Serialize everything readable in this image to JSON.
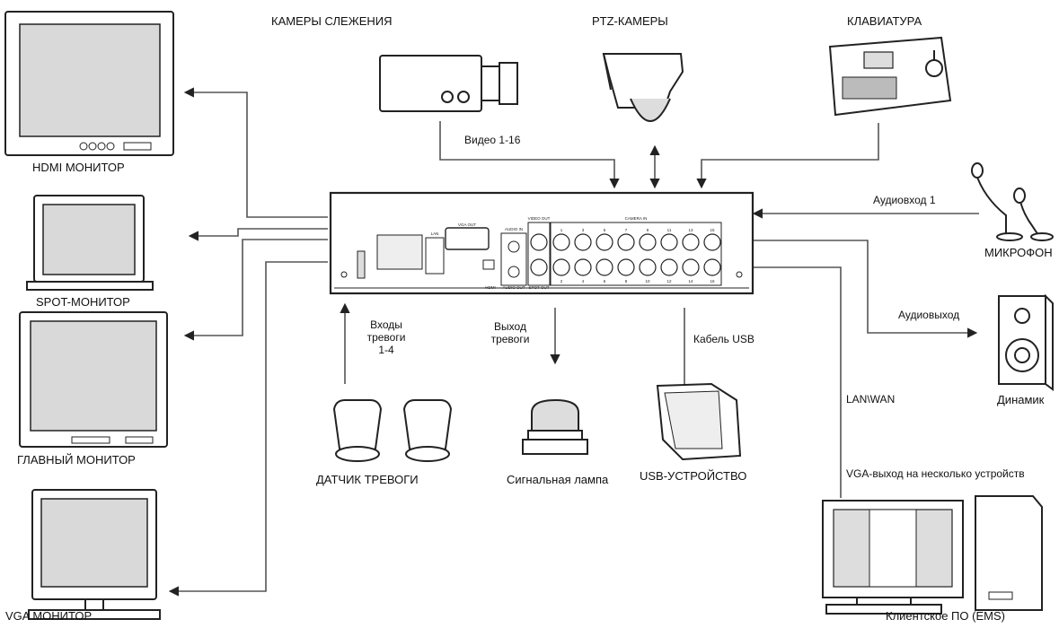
{
  "labels": {
    "cameras": "КАМЕРЫ СЛЕЖЕНИЯ",
    "ptz": "PTZ-КАМЕРЫ",
    "keyboard": "КЛАВИАТУРА",
    "video": "Видео 1-16",
    "hdmi_monitor": "HDMI МОНИТОР",
    "spot_monitor": "SPOT-МОНИТОР",
    "main_monitor": "ГЛАВНЫЙ МОНИТОР",
    "vga_monitor": "VGA МОНИТОР",
    "audio_in": "Аудиовход 1",
    "microphone": "МИКРОФОН",
    "audio_out": "Аудиовыход",
    "speaker": "Динамик",
    "lan_wan": "LAN\\WAN",
    "vga_multi": "VGA-выход на несколько устройств",
    "client_sw": "Клиентское ПО (EMS)",
    "alarm_in_1": "Входы",
    "alarm_in_2": "тревоги",
    "alarm_in_3": "1-4",
    "alarm_out_1": "Выход",
    "alarm_out_2": "тревоги",
    "usb_cable": "Кабель USB",
    "alarm_sensor": "ДАТЧИК ТРЕВОГИ",
    "signal_lamp": "Сигнальная лампа",
    "usb_device": "USB-УСТРОЙСТВО"
  },
  "dvr_panel": {
    "camera_in": "CAMERA IN",
    "vga_out": "VGA OUT",
    "lan": "LAN",
    "audio_in": "AUDIO IN",
    "audio_out": "AUDIO OUT",
    "video_out": "VIDEO OUT",
    "spot_out": "SPOT OUT",
    "hdmi": "HDMI",
    "port_top": [
      "1",
      "3",
      "5",
      "7",
      "9",
      "11",
      "13",
      "15"
    ],
    "port_bottom": [
      "2",
      "4",
      "6",
      "8",
      "10",
      "12",
      "14",
      "16"
    ]
  }
}
